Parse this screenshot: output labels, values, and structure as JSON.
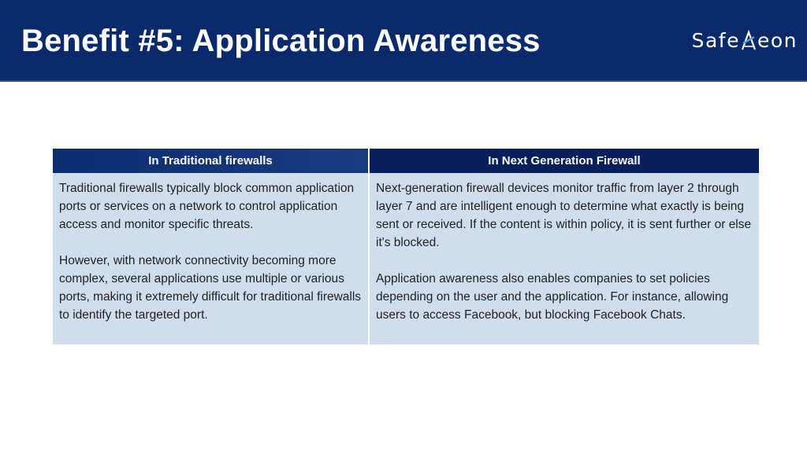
{
  "slide": {
    "title": "Benefit #5: Application Awareness",
    "logo": {
      "text_left": "Safe",
      "text_right": "eon",
      "mark": "triangle-x-icon"
    }
  },
  "table": {
    "headers": [
      "In Traditional firewalls",
      "In Next Generation Firewall"
    ],
    "columns": [
      {
        "paragraphs": [
          "Traditional firewalls typically block common application ports or services on a network to control application access and monitor specific threats.",
          "However, with network connectivity becoming more complex, several applications use multiple or various ports, making it extremely difficult for traditional firewalls to identify the targeted port."
        ]
      },
      {
        "paragraphs": [
          "Next-generation firewall devices monitor traffic from layer 2 through layer 7 and are intelligent enough to determine what exactly is being sent or received. If the content is within policy, it is sent further or else it's blocked.",
          "Application awareness also enables companies to set policies depending on the user and the application. For instance, allowing users to access Facebook, but blocking Facebook Chats."
        ]
      }
    ]
  },
  "colors": {
    "header_bg": "#0b2a6b",
    "table_header_bg": "#0b2a6b",
    "cell_bg": "#d0dded",
    "logo_accent": "#5aa0e0"
  }
}
